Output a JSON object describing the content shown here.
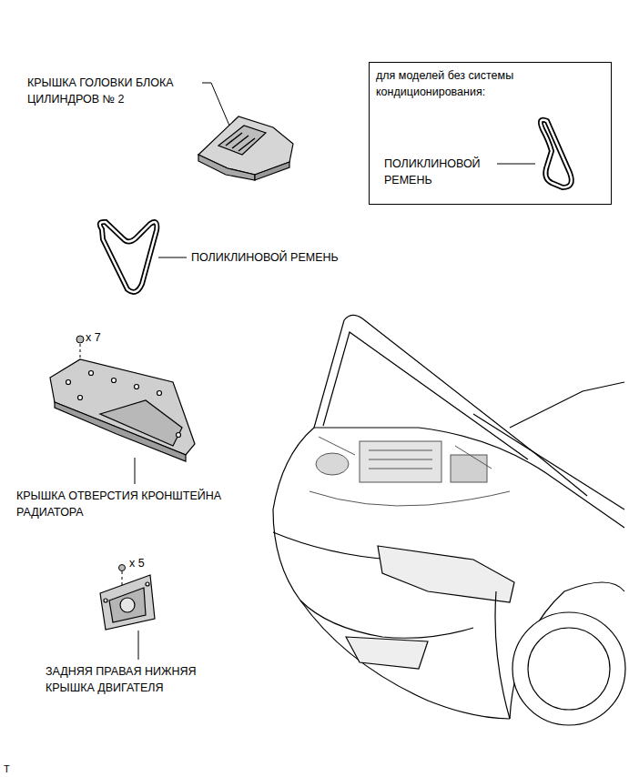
{
  "diagram": {
    "nodes": [
      {
        "text": [
          "для моделей без системы кондиционирования:",
          "ПОЛИКЛИНОВОЙ РЕМЕНЬ"
        ]
      }
    ],
    "labels": [
      "КРЫШКА ГОЛОВКИ БЛОКА ЦИЛИНДРОВ № 2",
      "ПОЛИКЛИНОВОЙ РЕМЕНЬ",
      "x 7",
      "КРЫШКА ОТВЕРСТИЯ КРОНШТЕЙНА РАДИАТОРА",
      "x 5",
      "ЗАДНЯЯ ПРАВАЯ НИЖНЯЯ КРЫШКА ДВИГАТЕЛЯ",
      "T"
    ]
  }
}
